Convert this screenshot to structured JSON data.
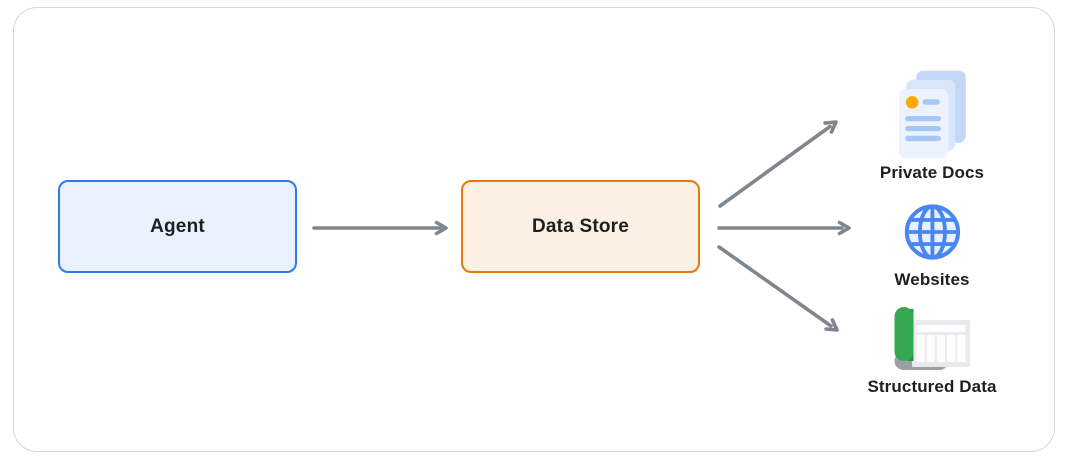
{
  "diagram": {
    "nodes": {
      "agent": {
        "label": "Agent"
      },
      "data_store": {
        "label": "Data Store"
      }
    },
    "targets": [
      {
        "id": "private-docs",
        "label": "Private Docs",
        "icon": "stacked-docs-icon"
      },
      {
        "id": "websites",
        "label": "Websites",
        "icon": "globe-icon"
      },
      {
        "id": "structured-data",
        "label": "Structured Data",
        "icon": "spreadsheet-roll-icon"
      }
    ],
    "connections": [
      {
        "from": "agent",
        "to": "data_store"
      },
      {
        "from": "data_store",
        "to": "private-docs"
      },
      {
        "from": "data_store",
        "to": "websites"
      },
      {
        "from": "data_store",
        "to": "structured-data"
      }
    ],
    "colors": {
      "frame-border": "#d5d7da",
      "agent-border": "#2f7bea",
      "agent-fill": "#eaf1fe",
      "datastore-border": "#e8770e",
      "datastore-fill": "#fcefe3",
      "arrow": "#7f868d",
      "label-text": "#1d1f21",
      "doc-page-front": "#ecf2fe",
      "doc-page-mid": "#d9e5fb",
      "doc-page-back": "#c3d7f7",
      "doc-line": "#a6c6f4",
      "doc-dot": "#f9ab00",
      "globe-stroke": "#4a86f0",
      "globe-fill": "#e9f0fd",
      "roll-green": "#34a853",
      "roll-green-dark": "#2d9248",
      "roll-gray": "#9aa0a6",
      "sheet-gray": "#e9eaee",
      "sheet-cell": "#ffffff"
    }
  }
}
